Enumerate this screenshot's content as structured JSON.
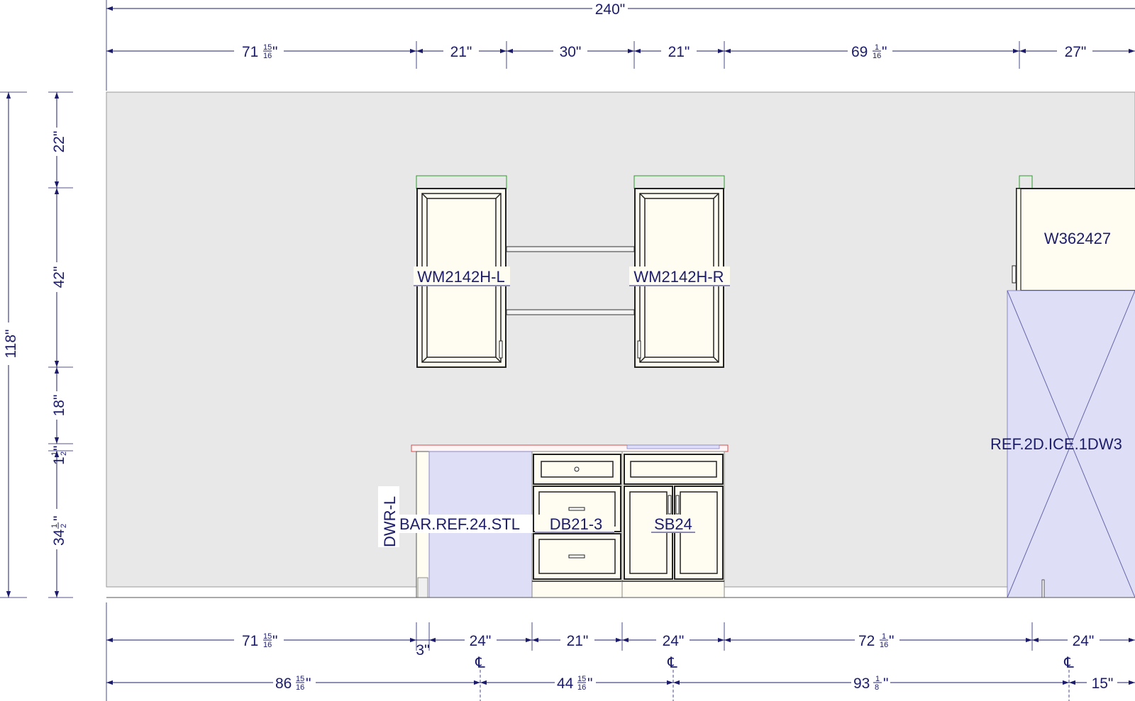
{
  "colors": {
    "dimension": "#1c1c6b",
    "wall": "#e8e8e8",
    "cabinet_fill": "#fffdf2",
    "appliance_fill": "#dedff7",
    "countertop_edge": "#d34b4b",
    "outline_green": "#2e9b2e"
  },
  "dimensions": {
    "overall_top": "240\"",
    "top_row": {
      "d1_whole": "71",
      "d1_num": "15",
      "d1_den": "16",
      "d2": "21\"",
      "d3": "30\"",
      "d4": "21\"",
      "d5_whole": "69",
      "d5_num": "1",
      "d5_den": "16",
      "d6": "27\""
    },
    "left_overall": "118\"",
    "left_col": {
      "h1": "22\"",
      "h2": "42\"",
      "h3": "18\"",
      "h4_whole": "1",
      "h4_num": "1",
      "h4_den": "2",
      "h5_whole": "34",
      "h5_num": "1",
      "h5_den": "2"
    },
    "bottom_row1": {
      "b1_whole": "71",
      "b1_num": "15",
      "b1_den": "16",
      "b2": "3\"",
      "b3": "24\"",
      "b4": "21\"",
      "b5": "24\"",
      "b6_whole": "72",
      "b6_num": "1",
      "b6_den": "16",
      "b7": "24\""
    },
    "bottom_row2": {
      "c1_whole": "86",
      "c1_num": "15",
      "c1_den": "16",
      "c2_whole": "44",
      "c2_num": "15",
      "c2_den": "16",
      "c3_whole": "93",
      "c3_num": "1",
      "c3_den": "8",
      "c4": "15\""
    },
    "centerline_symbol": "℄"
  },
  "cabinets": {
    "wall_left": "WM2142H-L",
    "wall_right": "WM2142H-R",
    "wall_far": "W362427",
    "dwr": "DWR-L",
    "bar_ref": "BAR.REF.24.STL",
    "db": "DB21-3",
    "sb": "SB24",
    "ref": "REF.2D.ICE.1DW3"
  }
}
